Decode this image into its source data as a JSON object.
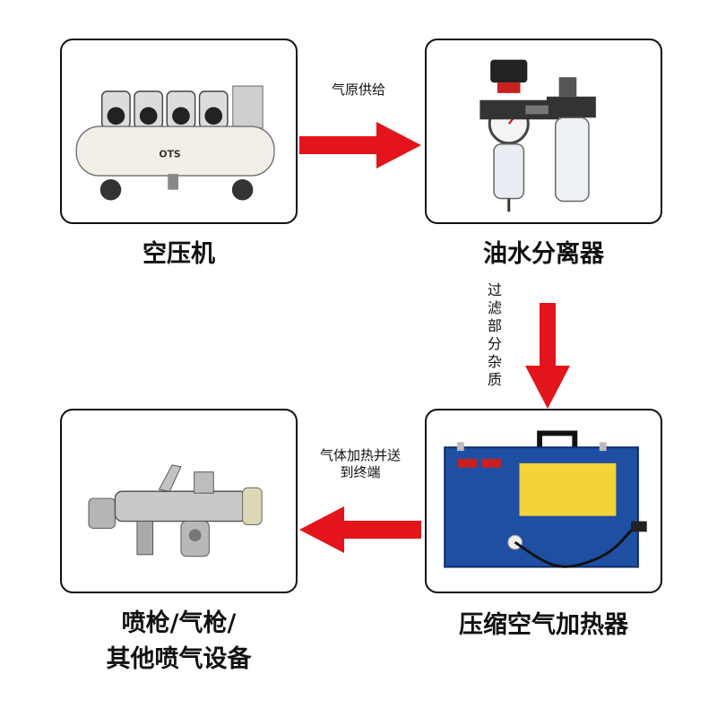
{
  "colors": {
    "arrow": "#e3141b",
    "border": "#111111",
    "tank": "#f2efe6",
    "heater_body": "#1f4fa3"
  },
  "nodes": {
    "compressor": {
      "label": "空压机",
      "image_text": "OTS"
    },
    "separator": {
      "label": "油水分离器"
    },
    "heater": {
      "label": "压缩空气加热器"
    },
    "gun": {
      "label_line1": "喷枪/气枪/",
      "label_line2": "其他喷气设备"
    }
  },
  "edges": {
    "compressor_to_separator": "气原供给",
    "separator_to_heater": "过滤部分杂质",
    "heater_to_gun_line1": "气体加热并送",
    "heater_to_gun_line2": "到终端"
  }
}
